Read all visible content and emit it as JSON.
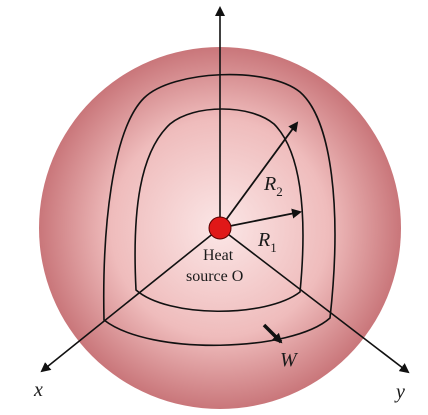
{
  "labels": {
    "heat_source_line1": "Heat",
    "heat_source_line2": "source O",
    "r1_base": "R",
    "r1_sub": "1",
    "r2_base": "R",
    "r2_sub": "2",
    "w": "W",
    "x_axis": "x",
    "y_axis": "y"
  },
  "colors": {
    "sphere_center": "#fbe6e6",
    "sphere_mid": "#efbcbc",
    "sphere_edge": "#c9767a",
    "heat_source": "#e01818",
    "stroke": "#111111"
  }
}
